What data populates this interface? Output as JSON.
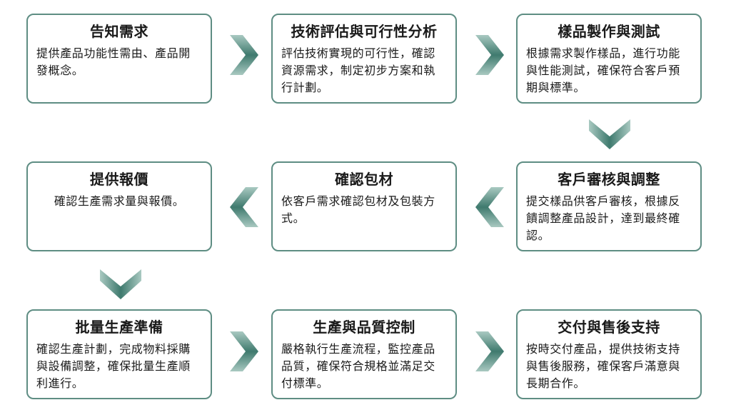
{
  "colors": {
    "border": "#5e8d83",
    "arrow_dark": "#3f7a6e",
    "arrow_light": "#a9c9c1"
  },
  "steps": [
    {
      "title": "告知需求",
      "desc": "提供產品功能性需由、產品開發概念。"
    },
    {
      "title": "技術評估與可行性分析",
      "desc": "評估技術實現的可行性，確認資源需求，制定初步方案和執行計劃。"
    },
    {
      "title": "樣品製作與測試",
      "desc": "根據需求製作樣品，進行功能與性能測試，確保符合客戶預期與標準。"
    },
    {
      "title": "客戶審核與調整",
      "desc": "提交樣品供客戶審核，根據反饋調整產品設計，達到最終確認。"
    },
    {
      "title": "確認包材",
      "desc": "依客戶需求確認包材及包裝方式。"
    },
    {
      "title": "提供報價",
      "desc": "確認生產需求量與報價。"
    },
    {
      "title": "批量生產準備",
      "desc": "確認生產計劃，完成物料採購與設備調整，確保批量生產順利進行。"
    },
    {
      "title": "生產與品質控制",
      "desc": "嚴格執行生產流程，監控產品品質，確保符合規格並滿足交付標準。"
    },
    {
      "title": "交付與售後支持",
      "desc": "按時交付產品，提供技術支持與售後服務，確保客戶滿意與長期合作。"
    }
  ],
  "arrows": [
    {
      "direction": "right"
    },
    {
      "direction": "right"
    },
    {
      "direction": "down"
    },
    {
      "direction": "left"
    },
    {
      "direction": "left"
    },
    {
      "direction": "down"
    },
    {
      "direction": "right"
    },
    {
      "direction": "right"
    }
  ]
}
